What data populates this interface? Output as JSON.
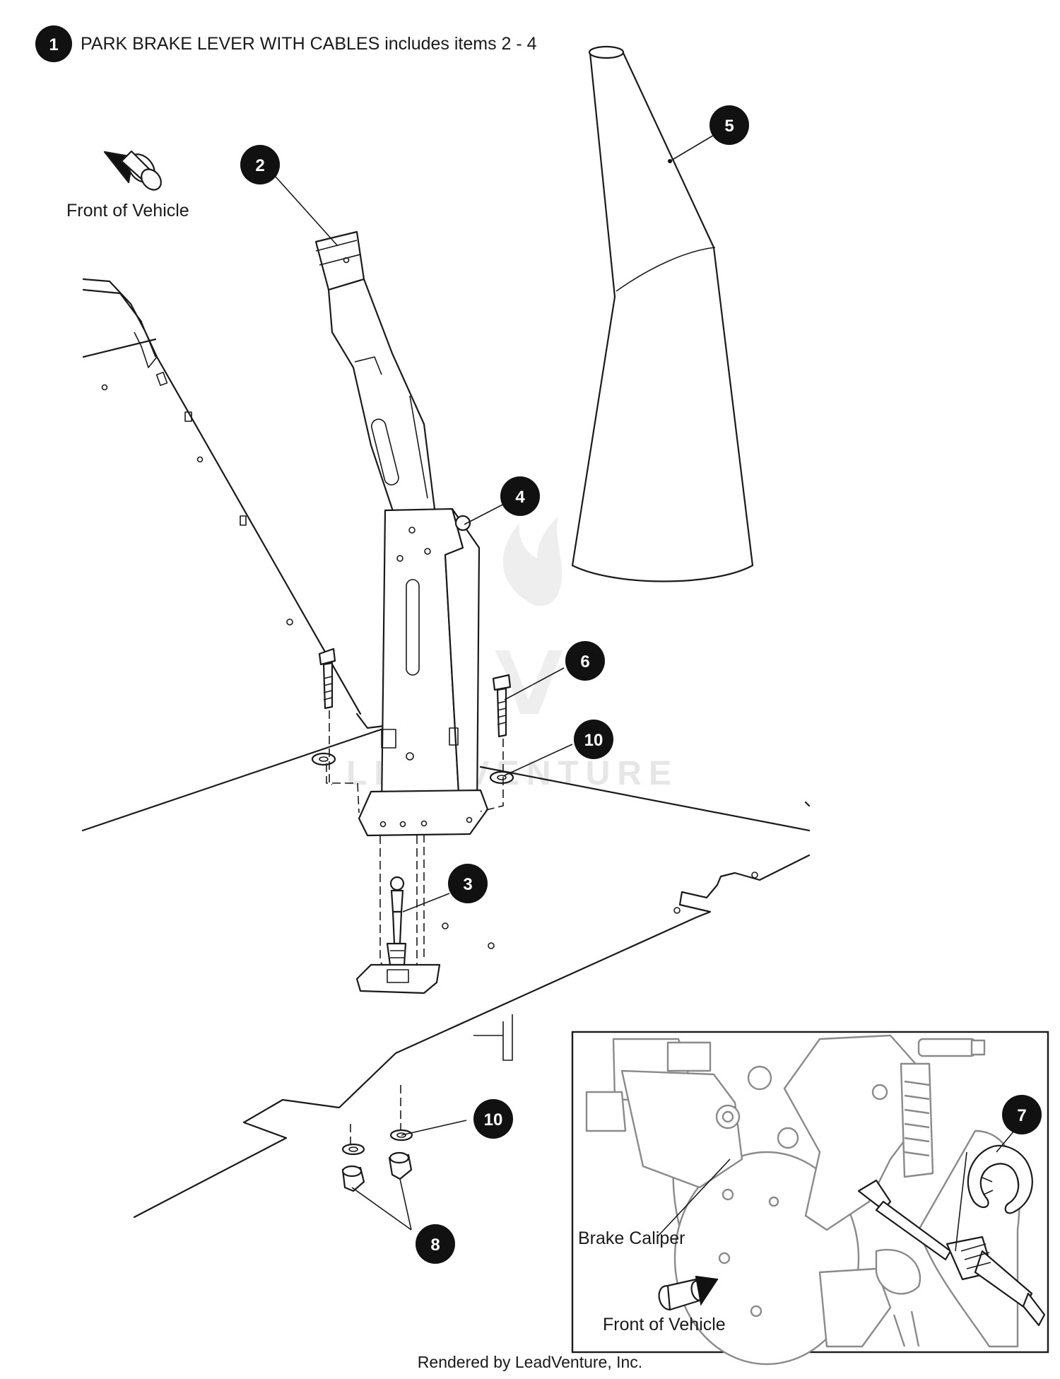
{
  "header": {
    "callout": "1",
    "title": "PARK BRAKE LEVER WITH CABLES includes items 2 - 4"
  },
  "labels": {
    "front_of_vehicle_main": "Front of Vehicle",
    "front_of_vehicle_inset": "Front of Vehicle",
    "brake_caliper": "Brake Caliper"
  },
  "callouts": {
    "c2": "2",
    "c3": "3",
    "c4": "4",
    "c5": "5",
    "c6": "6",
    "c7": "7",
    "c8": "8",
    "c10a": "10",
    "c10b": "10"
  },
  "watermark": "LEADVENTURE",
  "footer": "Rendered by LeadVenture, Inc."
}
